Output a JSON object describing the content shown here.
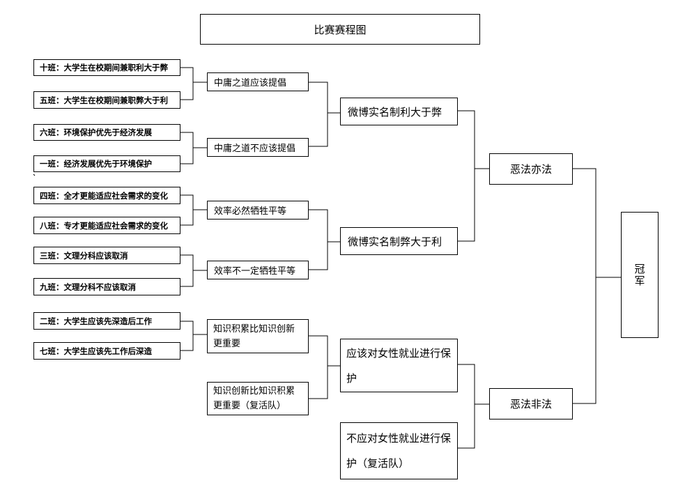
{
  "title": "比赛赛程图",
  "round1": [
    "十班：大学生在校期间兼职利大于弊",
    "五班：大学生在校期间兼职弊大于利",
    "六班：环境保护优先于经济发展",
    "一班：经济发展优先于环境保护",
    "四班：全才更能适应社会需求的变化",
    "八班：专才更能适应社会需求的变化",
    "三班：文理分科应该取消",
    "九班：文理分科不应该取消",
    "二班：大学生应该先深造后工作",
    "七班：大学生应该先工作后深造"
  ],
  "round2": [
    "中庸之道应该提倡",
    "中庸之道不应该提倡",
    "效率必然牺牲平等",
    "效率不一定牺牲平等",
    "知识积累比知识创新更重要",
    "知识创新比知识积累更重要（复活队）"
  ],
  "round3": [
    "微博实名制利大于弊",
    "微博实名制弊大于利",
    "应该对女性就业进行保护",
    "不应对女性就业进行保护（复活队）"
  ],
  "semifinal": [
    "恶法亦法",
    "恶法非法"
  ],
  "champion": "冠军"
}
